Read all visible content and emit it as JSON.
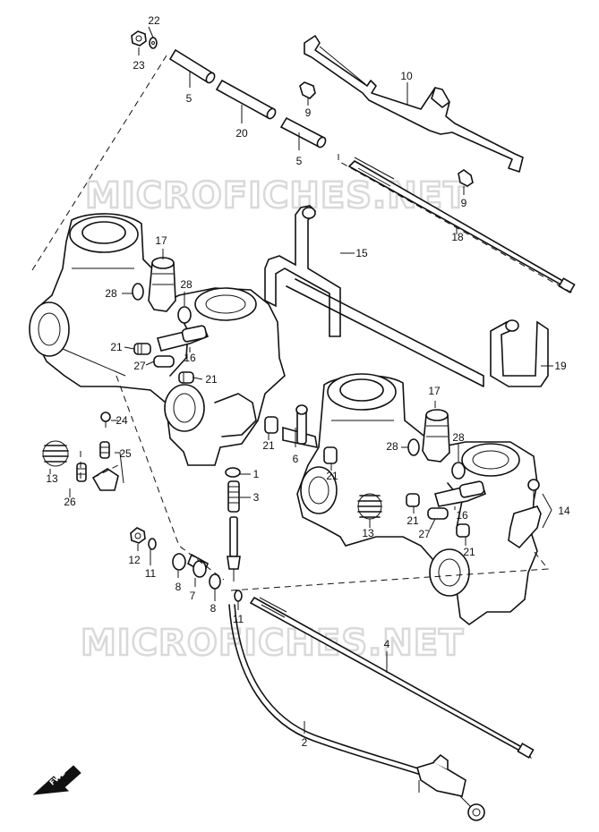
{
  "watermark": {
    "top": "MICROFICHES.NET",
    "bottom": "MICROFICHES.NET"
  },
  "fwd_label": "FWD",
  "callouts": [
    {
      "id": "c-22",
      "text": "22"
    },
    {
      "id": "c-23",
      "text": "23"
    },
    {
      "id": "c-5a",
      "text": "5"
    },
    {
      "id": "c-20",
      "text": "20"
    },
    {
      "id": "c-5b",
      "text": "5"
    },
    {
      "id": "c-9a",
      "text": "9"
    },
    {
      "id": "c-10",
      "text": "10"
    },
    {
      "id": "c-9b",
      "text": "9"
    },
    {
      "id": "c-18",
      "text": "18"
    },
    {
      "id": "c-15",
      "text": "15"
    },
    {
      "id": "c-17a",
      "text": "17"
    },
    {
      "id": "c-28a",
      "text": "28"
    },
    {
      "id": "c-28b",
      "text": "28"
    },
    {
      "id": "c-21a",
      "text": "21"
    },
    {
      "id": "c-16a",
      "text": "16"
    },
    {
      "id": "c-27a",
      "text": "27"
    },
    {
      "id": "c-21b",
      "text": "21"
    },
    {
      "id": "c-19",
      "text": "19"
    },
    {
      "id": "c-24",
      "text": "24"
    },
    {
      "id": "c-25",
      "text": "25"
    },
    {
      "id": "c-13a",
      "text": "13"
    },
    {
      "id": "c-26",
      "text": "26"
    },
    {
      "id": "c-21c",
      "text": "21"
    },
    {
      "id": "c-6",
      "text": "6"
    },
    {
      "id": "c-21d",
      "text": "21"
    },
    {
      "id": "c-17b",
      "text": "17"
    },
    {
      "id": "c-28c",
      "text": "28"
    },
    {
      "id": "c-28d",
      "text": "28"
    },
    {
      "id": "c-1",
      "text": "1"
    },
    {
      "id": "c-3",
      "text": "3"
    },
    {
      "id": "c-13b",
      "text": "13"
    },
    {
      "id": "c-21e",
      "text": "21"
    },
    {
      "id": "c-16b",
      "text": "16"
    },
    {
      "id": "c-14",
      "text": "14"
    },
    {
      "id": "c-27b",
      "text": "27"
    },
    {
      "id": "c-21f",
      "text": "21"
    },
    {
      "id": "c-12",
      "text": "12"
    },
    {
      "id": "c-11a",
      "text": "11"
    },
    {
      "id": "c-8a",
      "text": "8"
    },
    {
      "id": "c-7",
      "text": "7"
    },
    {
      "id": "c-8b",
      "text": "8"
    },
    {
      "id": "c-11b",
      "text": "11"
    },
    {
      "id": "c-4",
      "text": "4"
    },
    {
      "id": "c-2",
      "text": "2"
    }
  ]
}
